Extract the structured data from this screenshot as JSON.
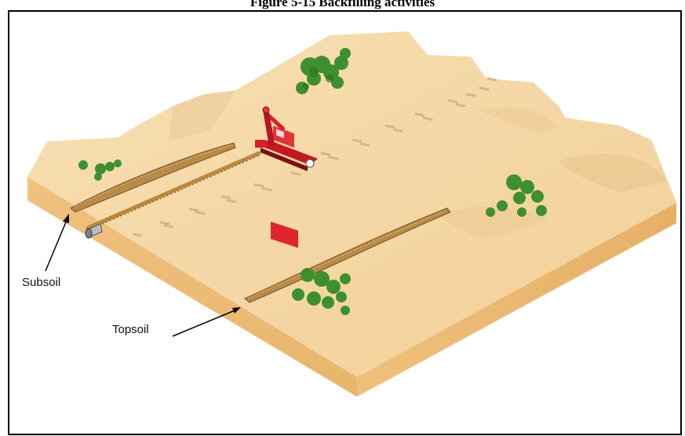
{
  "figure": {
    "title": "Figure 5-15 Backfilling activities"
  },
  "labels": {
    "subsoil": "Subsoil",
    "topsoil": "Topsoil"
  },
  "icons": [
    "excavator",
    "pipe",
    "shrub"
  ],
  "colors": {
    "sand_top": "#f4d7a4",
    "sand_side": "#eebd7a",
    "soil_pile": "#b98a47",
    "excavator": "#d8202a",
    "shrub": "#3f8f2e"
  }
}
